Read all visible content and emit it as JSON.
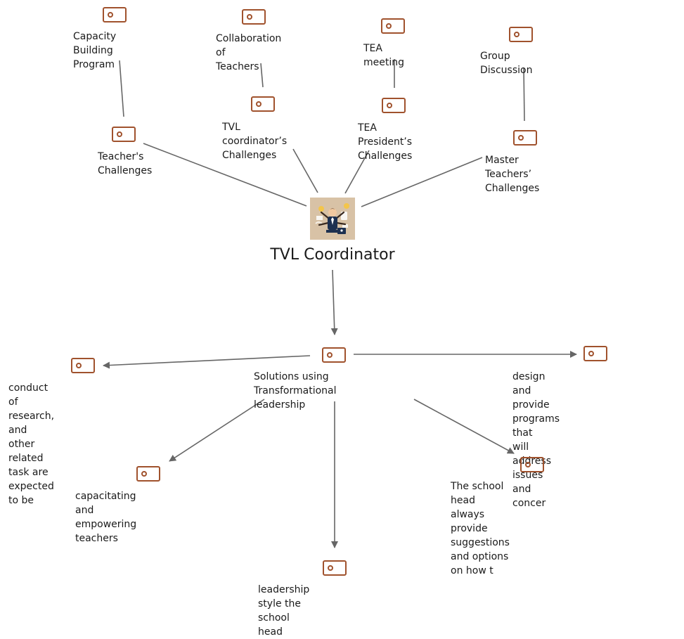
{
  "diagram": {
    "central": {
      "title": "TVL Coordinator",
      "image": "multitasking-person-illustration"
    },
    "upper_nodes": [
      {
        "label": "Capacity Building\nProgram",
        "icon": "code-icon"
      },
      {
        "label": "Collaboration of\nTeachers",
        "icon": "code-icon"
      },
      {
        "label": "TEA meeting",
        "icon": "code-icon"
      },
      {
        "label": "Group Discussion",
        "icon": "code-icon"
      },
      {
        "label": "Teacher's\nChallenges",
        "icon": "code-icon"
      },
      {
        "label": "TVL coordinator’s\nChallenges",
        "icon": "code-icon"
      },
      {
        "label": "TEA President’s\nChallenges",
        "icon": "code-icon"
      },
      {
        "label": "Master Teachers’\nChallenges",
        "icon": "code-icon"
      }
    ],
    "solution_hub": {
      "label": "Solutions using  Transformational\nleadership",
      "icon": "code-icon"
    },
    "solution_nodes": [
      {
        "label": "conduct of research, and other\nrelated task are expected to be",
        "icon": "code-icon"
      },
      {
        "label": "design and provide programs that\nwill address issues and concer",
        "icon": "code-icon"
      },
      {
        "label": "capacitating and empowering\nteachers",
        "icon": "code-icon"
      },
      {
        "label": "The school head always provide\nsuggestions and options on how t",
        "icon": "code-icon"
      },
      {
        "label": "leadership style the school head",
        "icon": "code-icon"
      }
    ],
    "colors": {
      "icon": "#a0522d",
      "connector": "#666666",
      "text": "#1a1a1a"
    }
  }
}
